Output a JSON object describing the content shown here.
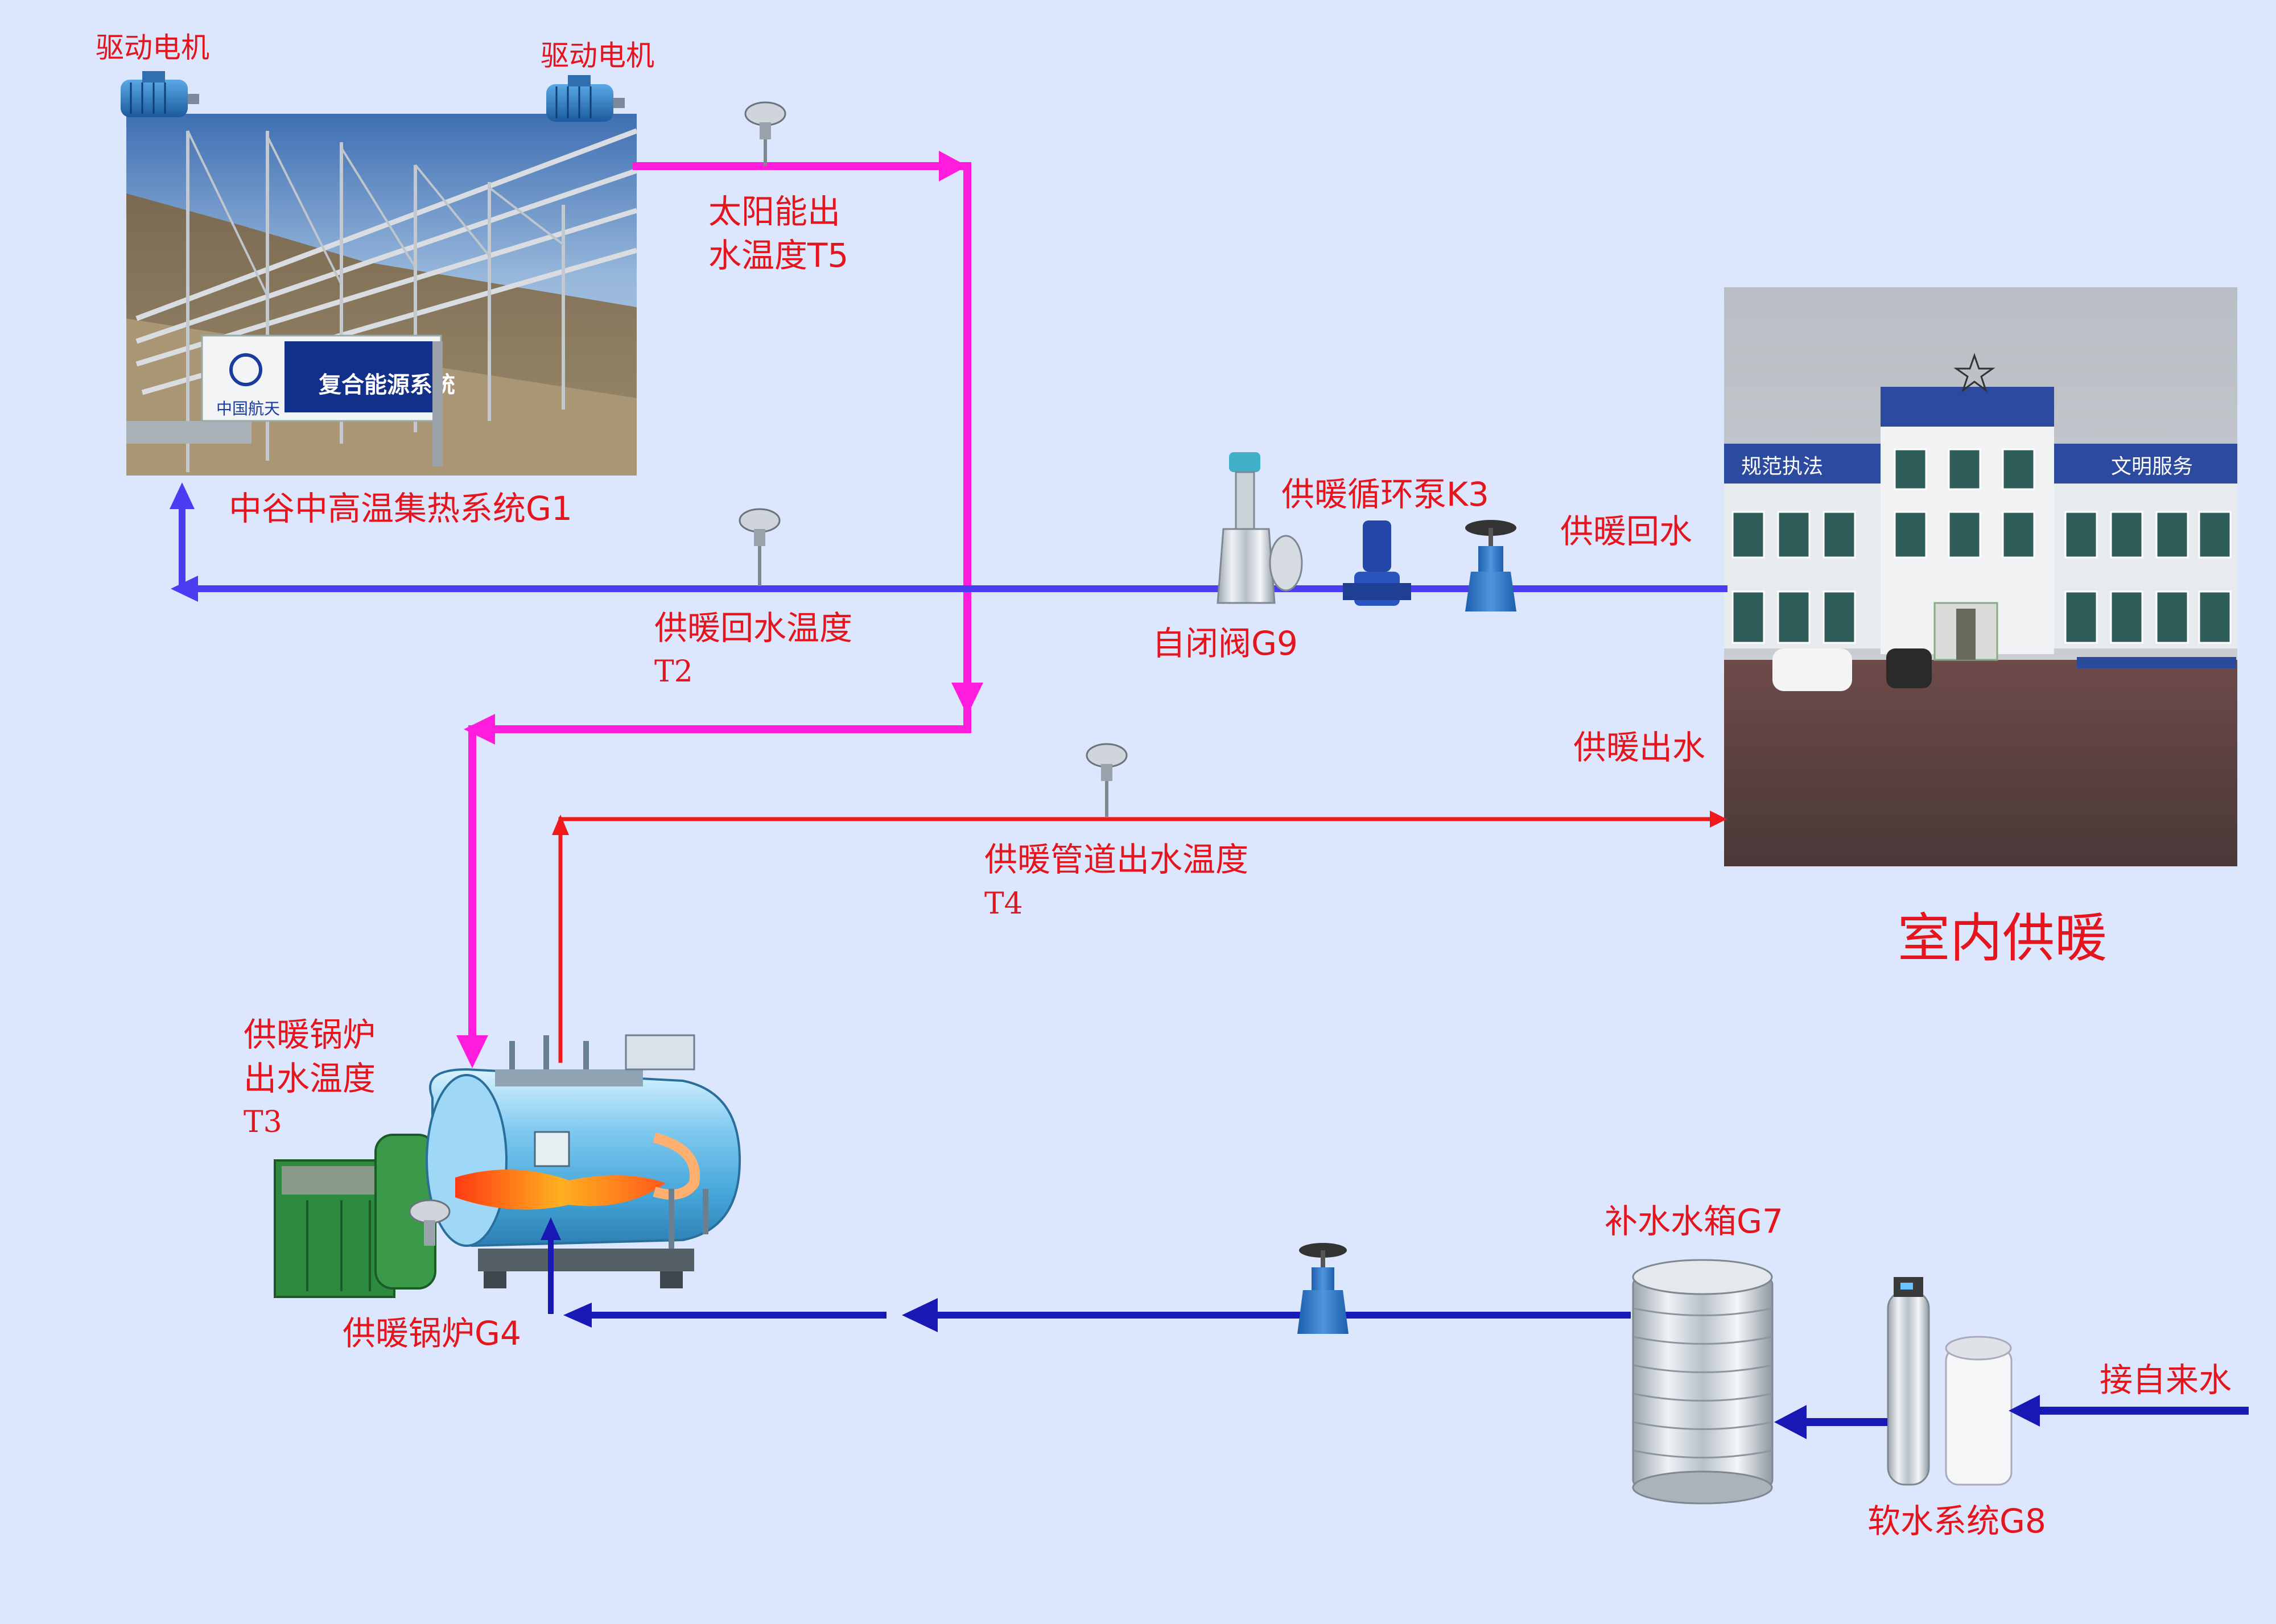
{
  "labels": {
    "motor_left": "驱动电机",
    "motor_right": "驱动电机",
    "solar_out_temp": [
      "太阳能出",
      "水温度T5"
    ],
    "collector_system": "中谷中高温集热系统G1",
    "return_temp": [
      "供暖回水温度",
      "T2"
    ],
    "self_closing_valve": "自闭阀G9",
    "circulation_pump": "供暖循环泵K3",
    "heating_return": "供暖回水",
    "heating_supply": "供暖出水",
    "supply_temp": [
      "供暖管道出水温度",
      "T4"
    ],
    "indoor_heating": "室内供暖",
    "boiler_out_temp": [
      "供暖锅炉",
      "出水温度",
      "T3"
    ],
    "boiler": "供暖锅炉G4",
    "makeup_tank": "补水水箱G7",
    "softener": "软水系统G8",
    "tap_water": "接自来水"
  },
  "photo_text": {
    "banner_brand": "中国航天",
    "banner_system": "复合能源系统",
    "building_left_sign": "规范执法",
    "building_right_sign": "文明服务"
  },
  "colors": {
    "background": "#dce6fd",
    "label": "#e6141c",
    "solar_line": "#ff1cdc",
    "return_line": "#4a3cf0",
    "supply_line": "#f01818",
    "makeup_line": "#1818b4"
  }
}
